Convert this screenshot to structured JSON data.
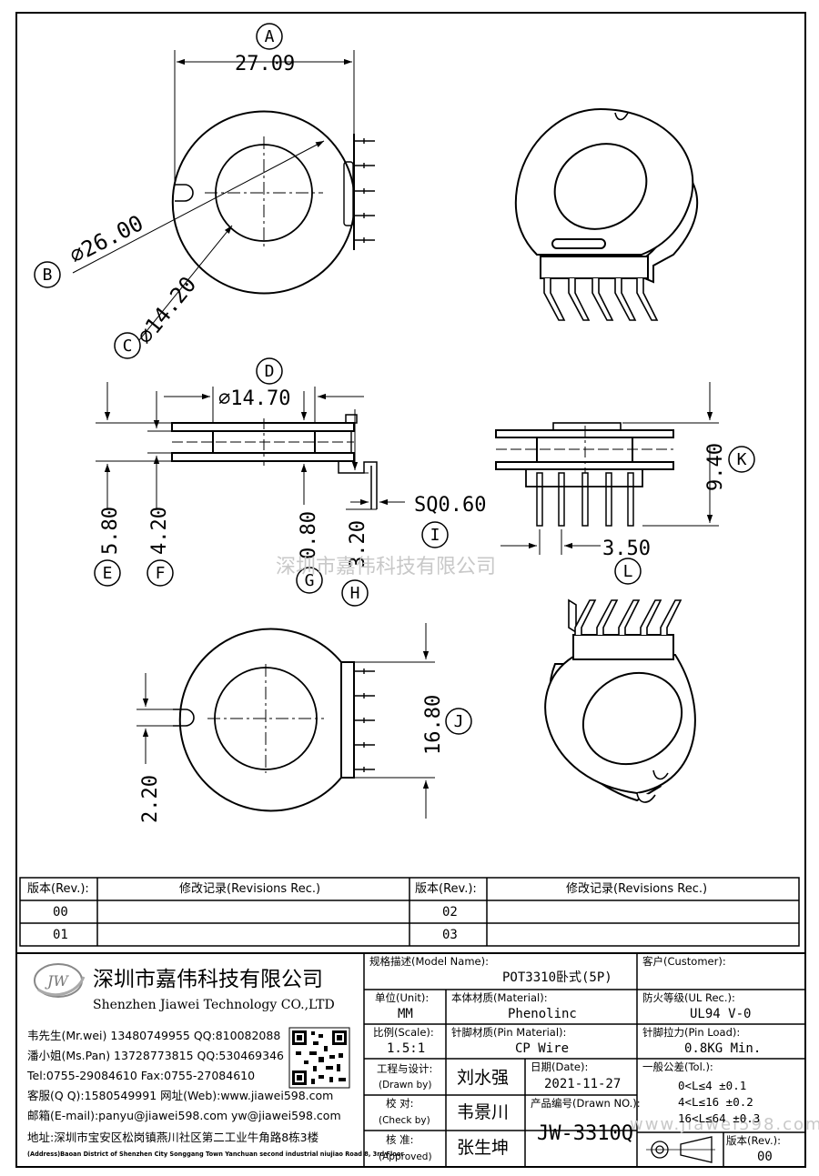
{
  "drawing": {
    "labels": {
      "A": "A",
      "B": "B",
      "C": "C",
      "D": "D",
      "E": "E",
      "F": "F",
      "G": "G",
      "H": "H",
      "I": "I",
      "J": "J",
      "K": "K",
      "L": "L"
    },
    "dims": {
      "width": "27.09",
      "outer_dia": "⌀26.00",
      "inner_dia": "⌀14.20",
      "bobbin_dia": "⌀14.70",
      "h_total": "5.80",
      "h_inner": "4.20",
      "pin_offset": "0.80",
      "pin_len": "3.20",
      "pin_sq": "SQ0.60",
      "pitch": "3.50",
      "height_k": "9.40",
      "span_j": "16.80",
      "slot": "2.20"
    },
    "watermark": "深圳市嘉伟科技有限公司",
    "watermark_url": "www.jiawei598.com"
  },
  "rev_table": {
    "header_rev": "版本(Rev.):",
    "header_rec": "修改记录(Revisions Rec.)",
    "rows_left": [
      "00",
      "01"
    ],
    "rows_right": [
      "02",
      "03"
    ]
  },
  "company": {
    "logo_text": "JW",
    "name_cn": "深圳市嘉伟科技有限公司",
    "name_en": "Shenzhen Jiawei Technology CO.,LTD",
    "contact_lines": [
      "韦先生(Mr.wei) 13480749955 QQ:810082088",
      "潘小姐(Ms.Pan) 13728773815 QQ:530469346",
      "Tel:0755-29084610      Fax:0755-27084610",
      "客服(Q Q):1580549991    网址(Web):www.jiawei598.com",
      "邮箱(E-mail):panyu@jiawei598.com  yw@jiawei598.com"
    ],
    "address_cn": "地址:深圳市宝安区松岗镇燕川社区第二工业牛角路8栋3楼",
    "address_en": "(Address)Baoan District of Shenzhen City Songgang Town Yanchuan  second industrial niujiao Road 8, 3rd Floor"
  },
  "title_block": {
    "model_label": "规格描述(Model Name):",
    "model_value": "POT3310卧式(5P)",
    "customer_label": "客户(Customer):",
    "unit_label": "单位(Unit):",
    "unit_value": "MM",
    "material_label": "本体材质(Material):",
    "material_value": "Phenolinc",
    "ul_label": "防火等级(UL Rec.):",
    "ul_value": "UL94 V-0",
    "scale_label": "比例(Scale):",
    "scale_value": "1.5:1",
    "pin_material_label": "针脚材质(Pin Material):",
    "pin_material_value": "CP Wire",
    "pin_load_label": "针脚拉力(Pin Load):",
    "pin_load_value": "0.8KG Min.",
    "drawn_label": "工程与设计:",
    "drawn_sub": "(Drawn by)",
    "drawn_value": "刘水强",
    "date_label": "日期(Date):",
    "date_value": "2021-11-27",
    "check_label": "校  对:",
    "check_sub": "(Check by)",
    "check_value": "韦景川",
    "drawing_no_label": "产品编号(Drawn NO.):",
    "drawing_no_value": "JW-3310Q",
    "approve_label": "核  准:",
    "approve_sub": "(Approved)",
    "approve_value": "张生坤",
    "tol_label": "一般公差(Tol.):",
    "tol_lines": [
      "0<L≤4    ±0.1",
      "4<L≤16   ±0.2",
      "16<L≤64  ±0.3"
    ],
    "version_label": "版本(Rev.):",
    "version_value": "00"
  }
}
